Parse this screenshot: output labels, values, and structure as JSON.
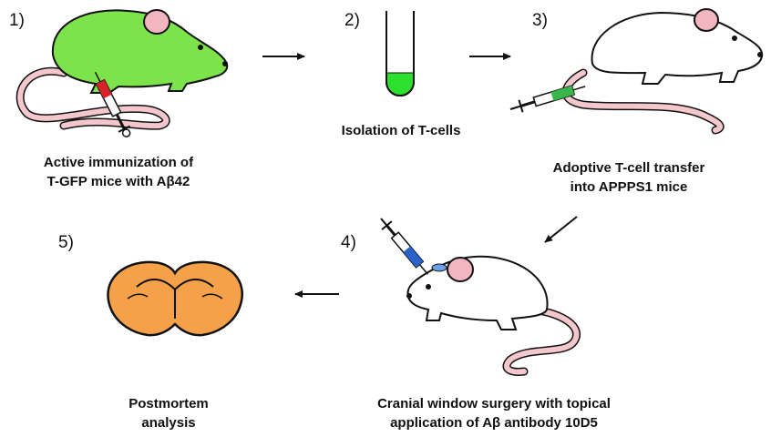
{
  "steps": [
    {
      "number": "1)",
      "caption_lines": [
        "Active immunization of",
        "T-GFP mice with Aβ42"
      ]
    },
    {
      "number": "2)",
      "caption_lines": [
        "Isolation of T-cells"
      ]
    },
    {
      "number": "3)",
      "caption_lines": [
        "Adoptive T-cell transfer",
        "into APPPS1 mice"
      ]
    },
    {
      "number": "4)",
      "caption_lines": [
        "Cranial window surgery with topical",
        "application of Aβ antibody 10D5"
      ]
    },
    {
      "number": "5)",
      "caption_lines": [
        "Postmortem",
        "analysis"
      ]
    }
  ],
  "colors": {
    "gfp_mouse": "#7de34a",
    "white_mouse": "#ffffff",
    "ear": "#f2b6c0",
    "tail": "#f3c7cc",
    "tube_liquid": "#2ee02e",
    "brain": "#f5a14a",
    "syringe_red": "#d8222a",
    "syringe_green": "#39b54a",
    "syringe_blue": "#2a62c9",
    "outline": "#111111"
  },
  "icons": [
    "gfp-mouse-icon",
    "syringe-icon",
    "test-tube-icon",
    "white-mouse-icon",
    "brain-slice-icon",
    "arrow-icon"
  ]
}
